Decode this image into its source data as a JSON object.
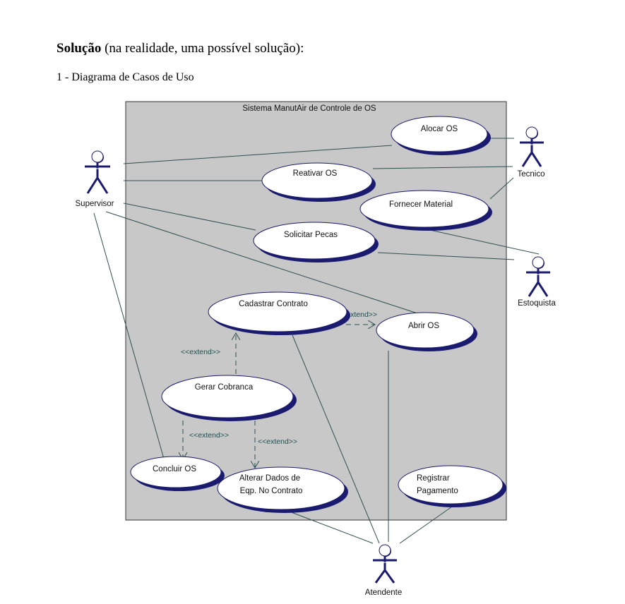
{
  "document": {
    "heading_bold": "Solução",
    "heading_rest": " (na realidade, uma possível solução):",
    "subheading": "1 - Diagrama de Casos de Uso"
  },
  "diagram": {
    "system_name": "Sistema ManutAir de Controle de OS",
    "actors": {
      "supervisor": "Supervisor",
      "tecnico": "Tecnico",
      "estoquista": "Estoquista",
      "atendente": "Atendente"
    },
    "use_cases": {
      "alocar_os": "Alocar OS",
      "reativar_os": "Reativar OS",
      "fornecer_material": "Fornecer Material",
      "solicitar_pecas": "Solicitar Pecas",
      "cadastrar_contrato": "Cadastrar Contrato",
      "abrir_os": "Abrir OS",
      "gerar_cobranca": "Gerar Cobranca",
      "concluir_os": "Concluir OS",
      "alterar_dados_line1": "Alterar Dados de",
      "alterar_dados_line2": "Eqp. No Contrato",
      "registrar_pagamento_line1": "Registrar",
      "registrar_pagamento_line2": "Pagamento"
    },
    "stereotypes": {
      "cadastrar_to_abrir": "<<extend>>",
      "gerar_to_cadastrar": "<<extend>>",
      "gerar_to_concluir": "<<extend>>",
      "gerar_to_alterar": "<<extend>>"
    },
    "colors": {
      "system_fill": "#c8c8c8",
      "ellipse_shadow": "#1a1a6e",
      "line": "#2f4f4f"
    }
  }
}
